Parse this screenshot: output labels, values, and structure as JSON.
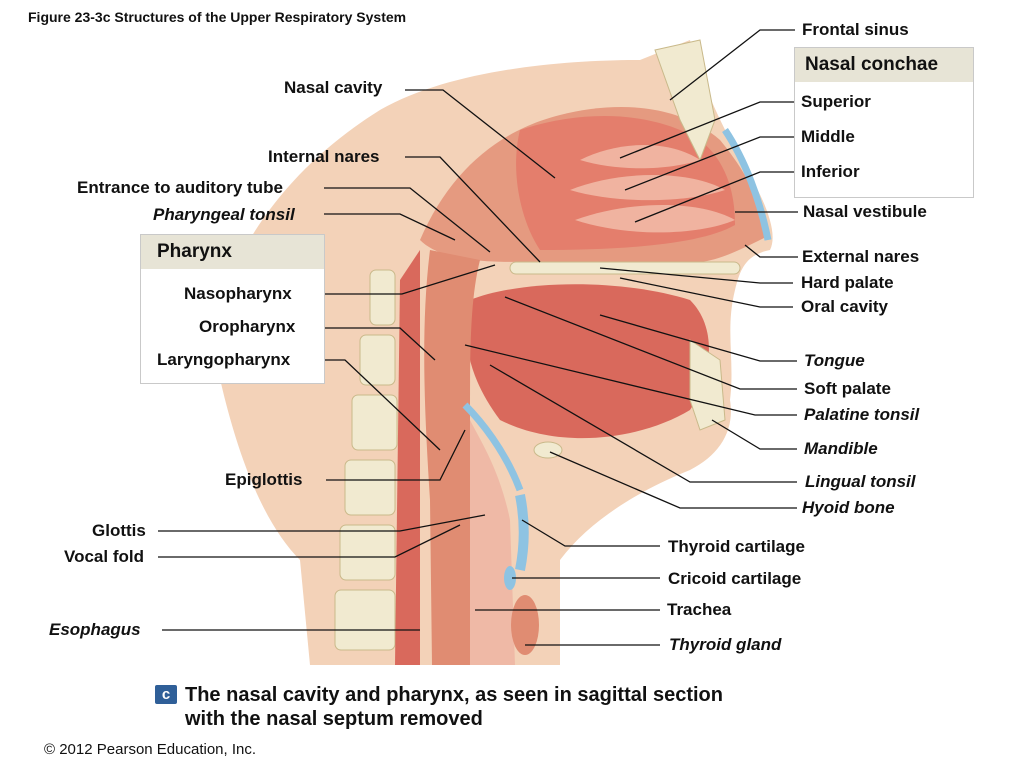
{
  "figure_title": "Figure 23-3c  Structures of the Upper Respiratory System",
  "labels_left": {
    "nasal_cavity": "Nasal cavity",
    "internal_nares": "Internal nares",
    "entrance_auditory_tube": "Entrance to auditory tube",
    "pharyngeal_tonsil": "Pharyngeal tonsil",
    "epiglottis": "Epiglottis",
    "glottis": "Glottis",
    "vocal_fold": "Vocal fold",
    "esophagus": "Esophagus"
  },
  "pharynx_box": {
    "title": "Pharynx",
    "items": [
      "Nasopharynx",
      "Oropharynx",
      "Laryngopharynx"
    ]
  },
  "nasal_conchae_box": {
    "title": "Nasal conchae",
    "items": [
      "Superior",
      "Middle",
      "Inferior"
    ]
  },
  "labels_right": {
    "frontal_sinus": "Frontal sinus",
    "nasal_vestibule": "Nasal vestibule",
    "external_nares": "External nares",
    "hard_palate": "Hard palate",
    "oral_cavity": "Oral cavity",
    "tongue": "Tongue",
    "soft_palate": "Soft palate",
    "palatine_tonsil": "Palatine tonsil",
    "mandible": "Mandible",
    "lingual_tonsil": "Lingual tonsil",
    "hyoid_bone": "Hyoid bone",
    "thyroid_cartilage": "Thyroid cartilage",
    "cricoid_cartilage": "Cricoid cartilage",
    "trachea": "Trachea",
    "thyroid_gland": "Thyroid gland"
  },
  "caption": {
    "badge": "c",
    "text": "The nasal cavity and pharynx, as seen in sagittal section with the nasal septum removed"
  },
  "copyright": "© 2012 Pearson Education, Inc.",
  "colors": {
    "skin": "#f3d2b8",
    "tissue": "#e08c72",
    "muscle": "#d9695c",
    "bone": "#f1ead0",
    "cartilage": "#8ec3e2",
    "mucosa": "#e9a08c",
    "leader": "#111111",
    "box_header": "#e7e4d6"
  }
}
